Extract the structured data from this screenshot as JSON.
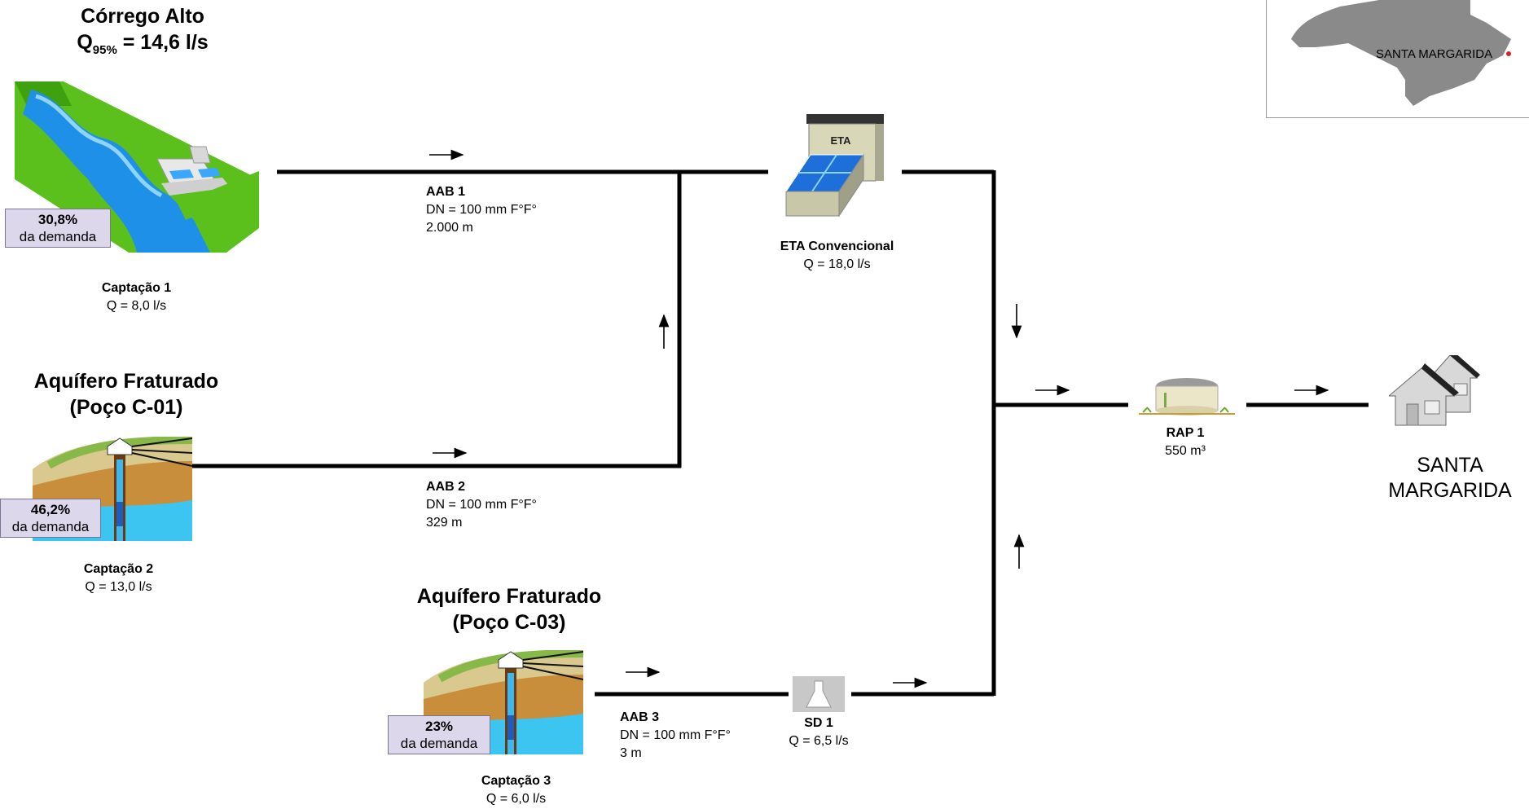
{
  "source1": {
    "title": "Córrego Alto",
    "flow_prefix": "Q",
    "flow_sub": "95%",
    "flow_suffix": " = 14,6 l/s",
    "demand_pct": "30,8%",
    "demand_label": "da demanda",
    "capture_name": "Captação 1",
    "capture_flow": "Q = 8,0 l/s"
  },
  "source2": {
    "title_line1": "Aquífero Fraturado",
    "title_line2": "(Poço C-01)",
    "demand_pct": "46,2%",
    "demand_label": "da demanda",
    "capture_name": "Captação 2",
    "capture_flow": "Q = 13,0  l/s"
  },
  "source3": {
    "title_line1": "Aquífero Fraturado",
    "title_line2": "(Poço C-03)",
    "demand_pct": "23%",
    "demand_label": "da demanda",
    "capture_name": "Captação 3",
    "capture_flow": "Q = 6,0 l/s"
  },
  "pipes": {
    "aab1": {
      "name": "AAB 1",
      "spec": "DN = 100 mm F°F°",
      "length": "2.000 m"
    },
    "aab2": {
      "name": "AAB 2",
      "spec": "DN = 100 mm F°F°",
      "length": "329 m"
    },
    "aab3": {
      "name": "AAB 3",
      "spec": "DN = 100 mm F°F°",
      "length": "3 m"
    }
  },
  "eta": {
    "sign": "ETA",
    "name": "ETA Convencional",
    "flow": "Q = 18,0 l/s"
  },
  "sd": {
    "name": "SD 1",
    "flow": "Q = 6,5 l/s"
  },
  "rap": {
    "name": "RAP 1",
    "volume": "550 m³"
  },
  "destination": {
    "line1": "SANTA",
    "line2": "MARGARIDA"
  },
  "map": {
    "label": "SANTA MARGARIDA"
  },
  "colors": {
    "demand_box": "#dcd7ea",
    "water": "#1e90e8",
    "grass": "#5cc01c",
    "map_fill": "#8a8a8a"
  }
}
